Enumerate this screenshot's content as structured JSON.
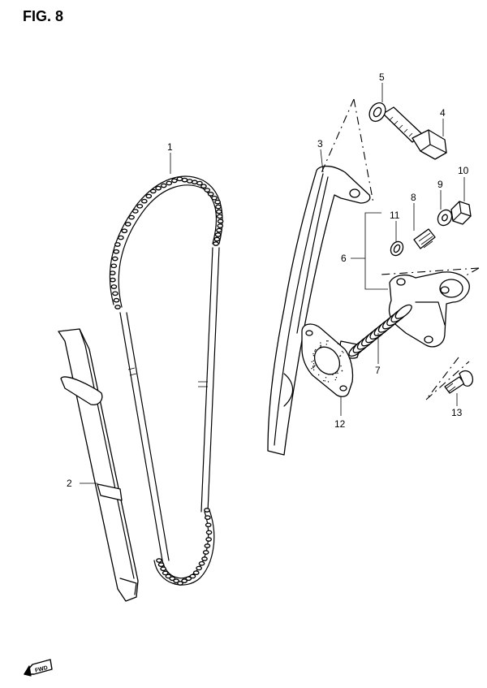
{
  "figure": {
    "title": "FIG. 8"
  },
  "callouts": [
    {
      "id": "1",
      "label": "1"
    },
    {
      "id": "2",
      "label": "2"
    },
    {
      "id": "3",
      "label": "3"
    },
    {
      "id": "4",
      "label": "4"
    },
    {
      "id": "5",
      "label": "5"
    },
    {
      "id": "6",
      "label": "6"
    },
    {
      "id": "7",
      "label": "7"
    },
    {
      "id": "8",
      "label": "8"
    },
    {
      "id": "9",
      "label": "9"
    },
    {
      "id": "10",
      "label": "10"
    },
    {
      "id": "11",
      "label": "11"
    },
    {
      "id": "12",
      "label": "12"
    },
    {
      "id": "13",
      "label": "13"
    }
  ],
  "direction_badge": {
    "label": "FWD",
    "icon": "fwd-arrow-icon"
  }
}
